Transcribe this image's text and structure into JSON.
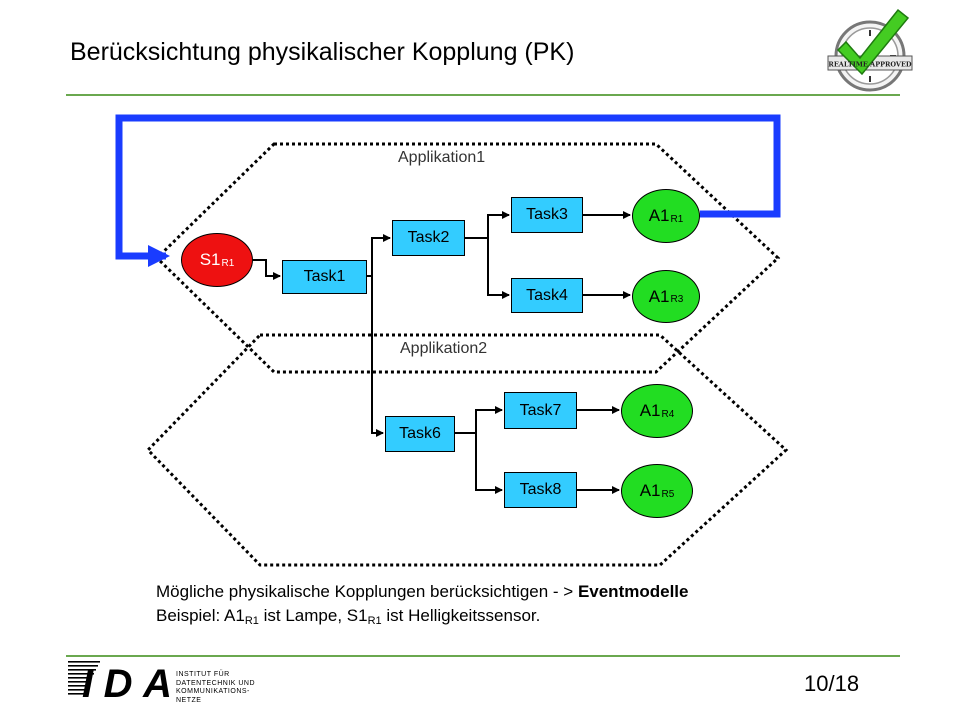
{
  "slide": {
    "title": "Berücksichtung physikalischer Kopplung (PK)",
    "page_number": "10/18"
  },
  "colors": {
    "divider": "#6aa84f",
    "task": "#33ccff",
    "actuator": "#22dd22",
    "sensor": "#ee1111",
    "feedback": "#1a3cff"
  },
  "badge": {
    "text": "REALTIME APPROVED",
    "icon": "clock-checkmark-icon"
  },
  "applications": {
    "app1": "Applikation1",
    "app2": "Applikation2"
  },
  "sensor": {
    "main": "S1",
    "sub": "R1"
  },
  "tasks": {
    "task1": "Task1",
    "task2": "Task2",
    "task3": "Task3",
    "task4": "Task4",
    "task6": "Task6",
    "task7": "Task7",
    "task8": "Task8"
  },
  "actuators": {
    "r1": {
      "main": "A1",
      "sub": "R1"
    },
    "r3": {
      "main": "A1",
      "sub": "R3"
    },
    "r4": {
      "main": "A1",
      "sub": "R4"
    },
    "r5": {
      "main": "A1",
      "sub": "R5"
    }
  },
  "footnote": {
    "line1_text": "Mögliche physikalische Kopplungen berücksichtigen - > ",
    "line1_bold": "Eventmodelle",
    "line2": {
      "prefix": "Beispiel: ",
      "a1": "A1",
      "a1_sub": "R1",
      "middle": " ist Lampe, ",
      "s1": "S1",
      "s1_sub": "R1",
      "suffix": " ist Helligkeitssensor."
    }
  },
  "logo": {
    "mark": "IDA",
    "lines": [
      "INSTITUT FÜR",
      "DATENTECHNIK UND",
      "KOMMUNIKATIONS-",
      "NETZE"
    ]
  }
}
